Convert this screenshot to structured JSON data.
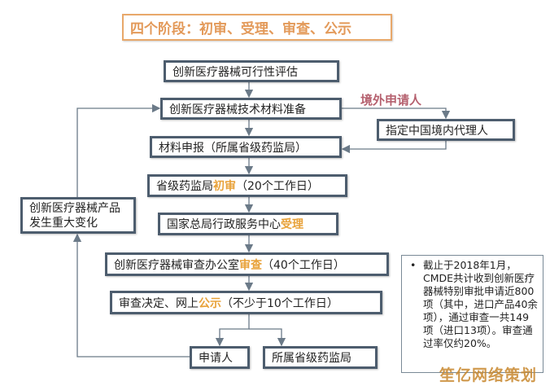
{
  "title": "四个阶段：初审、受理、审查、公示",
  "steps": {
    "feasibility": "创新医疗器械可行性评估",
    "prep": "创新医疗器械技术材料准备",
    "submit": "材料申报（所属省级药监局）",
    "initial_pre": "省级药监局",
    "initial_hl": "初审",
    "initial_post": "（20个工作日）",
    "accept_pre": "国家总局行政服务中心",
    "accept_hl": "受理",
    "review_pre": "创新医疗器械审查办公室",
    "review_hl": "审查",
    "review_post": "（40个工作日）",
    "decision_pre": "审查决定、网上",
    "decision_hl": "公示",
    "decision_post": "（不少于10个工作日）",
    "applicant": "申请人",
    "provincial": "所属省级药监局"
  },
  "foreign_applicant": "境外申请人",
  "agent": "指定中国境内代理人",
  "change_box": "创新医疗器械产品发生重大变化",
  "note": {
    "bullet": "•",
    "text": "截止于2018年1月，CMDE共计收到创新医疗器械特别审批申请近800项（其中，进口产品40余项），通过审查一共149项（进口13项）。审查通过率仅约20%。"
  },
  "watermark": "笙亿网络策划",
  "colors": {
    "highlight": "#e8a23a",
    "border": "#4d5d6e",
    "title": "#e39a5a",
    "foreign": "#b5606e"
  }
}
